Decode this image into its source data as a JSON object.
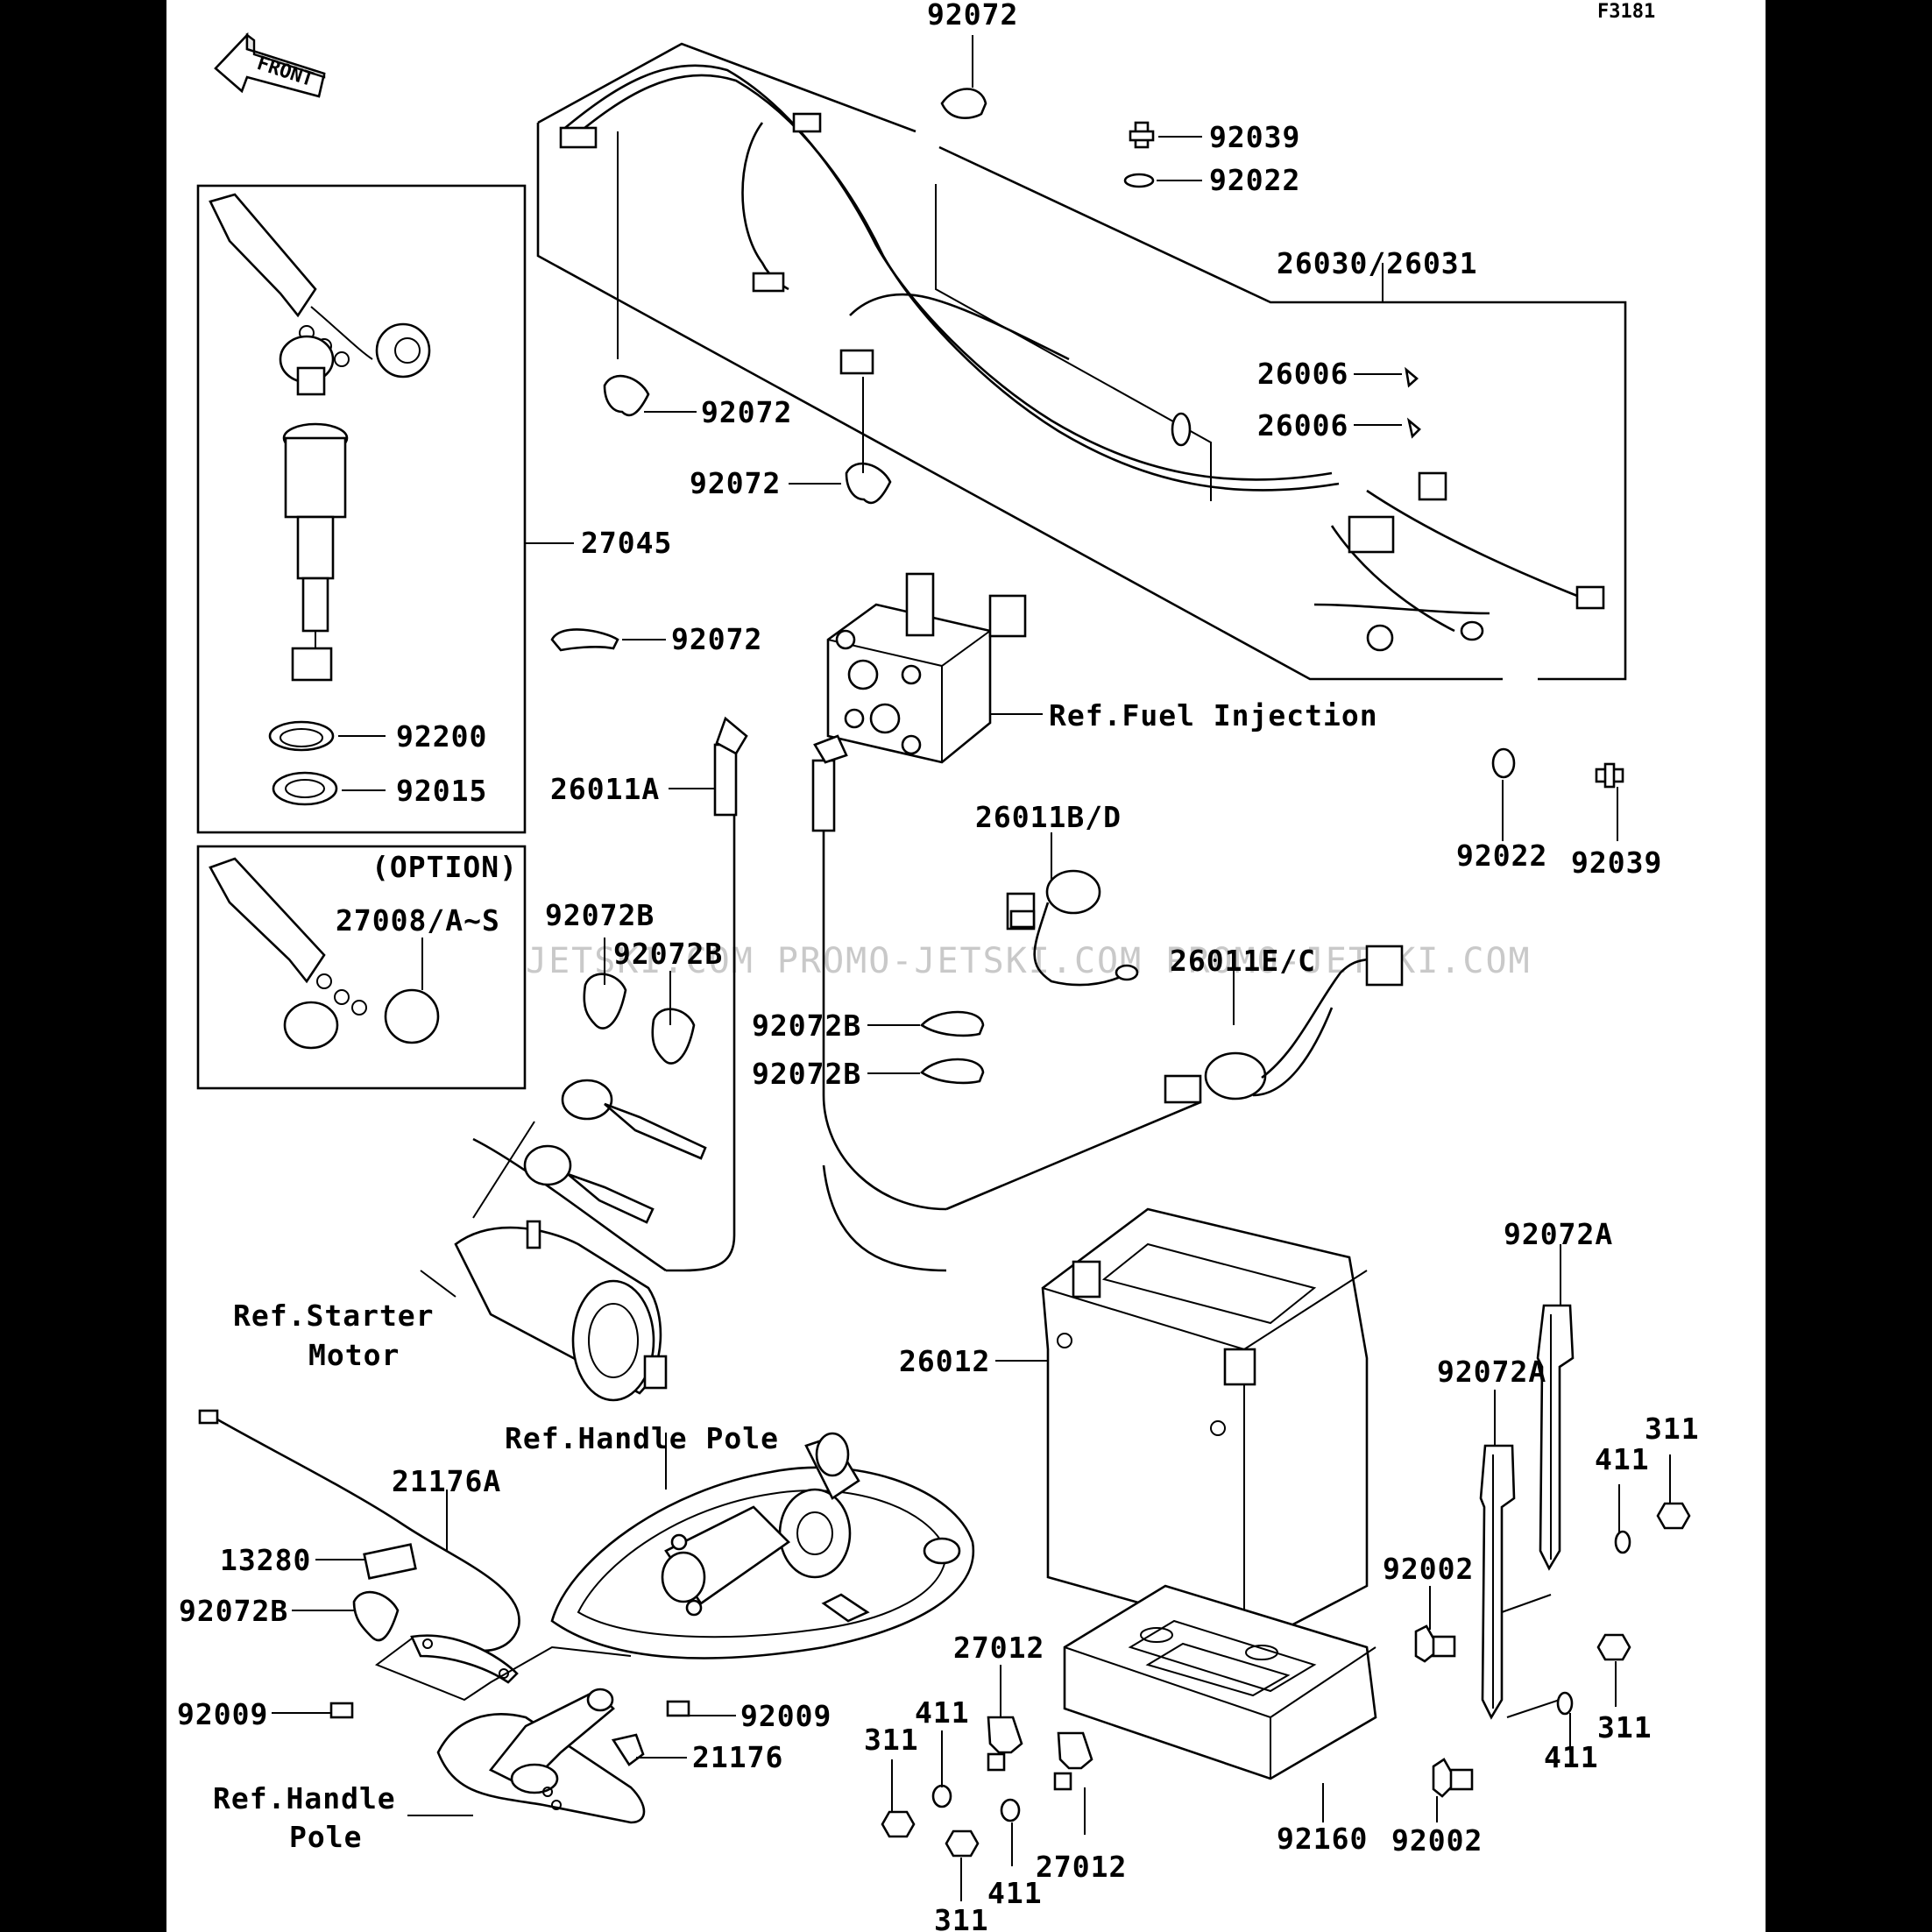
{
  "figure_id": "F3181",
  "front_label": "FRONT",
  "watermark": "JETSKI.COM PROMO-JETSKI.COM PROMO-JETSKI.COM",
  "option_label": "(OPTION)",
  "parts": {
    "clamp_top": "92072",
    "bolt_top": "92039",
    "washer_top": "92022",
    "harness": "26030/26031",
    "clip_1": "26006",
    "clip_2": "26006",
    "clamp_mid1": "92072",
    "clamp_mid2": "92072",
    "key_assy": "27045",
    "clamp_mid3": "92072",
    "ring": "92200",
    "nut_ring": "92015",
    "ref_fuel_injection": "Ref.Fuel Injection",
    "cable_a": "26011A",
    "washer_right": "92022",
    "bolt_right": "92039",
    "cable_bd": "26011B/D",
    "key_option": "27008/A~S",
    "clamp_b1": "92072B",
    "clamp_b2": "92072B",
    "cable_ec": "26011E/C",
    "clamp_b3": "92072B",
    "clamp_b4": "92072B",
    "band_a1": "92072A",
    "ref_starter_1": "Ref.Starter",
    "ref_starter_2": "Motor",
    "battery": "26012",
    "band_a2": "92072A",
    "ref_handle_pole_top": "Ref.Handle Pole",
    "sensor": "21176A",
    "nut_311_r1": "311",
    "washer_411_r1": "411",
    "label_13280": "13280",
    "bolt_92002_1": "92002",
    "clamp_b5": "92072B",
    "bracket_27012_1": "27012",
    "screw_92009_l": "92009",
    "washer_411_m": "411",
    "screw_92009_r": "92009",
    "nut_311_m": "311",
    "nut_311_r2": "311",
    "washer_411_r2": "411",
    "holder_21176": "21176",
    "ref_handle_pole_b1": "Ref.Handle",
    "ref_handle_pole_b2": "Pole",
    "tray": "92160",
    "bolt_92002_2": "92002",
    "bracket_27012_2": "27012",
    "washer_411_b": "411",
    "nut_311_b": "311"
  }
}
